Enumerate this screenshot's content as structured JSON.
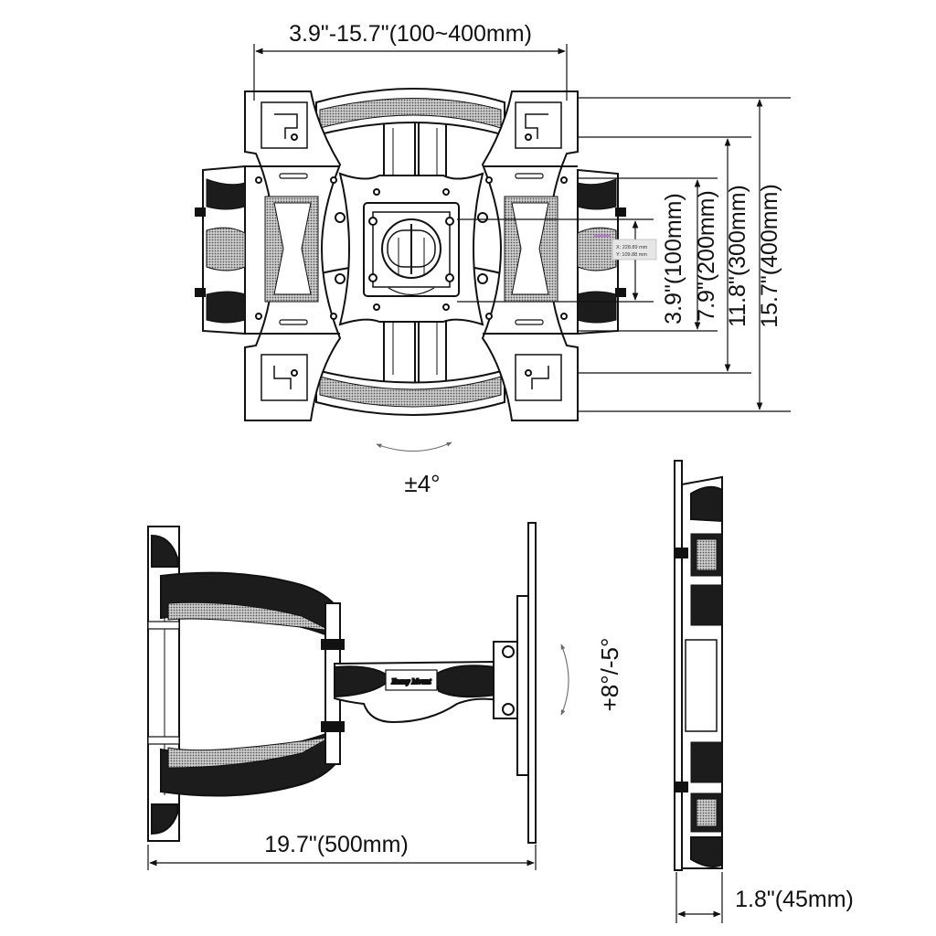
{
  "dimensions": {
    "top_width": "3.9\"-15.7\"(100~400mm)",
    "h100": "3.9\"(100mm)",
    "h200": "7.9\"(200mm)",
    "h300": "11.8\"(300mm)",
    "h400": "15.7\"(400mm)",
    "swivel": "±4°",
    "tilt": "+8°/-5°",
    "extension": "19.7\"(500mm)",
    "profile": "1.8\"(45mm)"
  },
  "measure_readout": {
    "x": "X: 228.89 mm",
    "y": "Y: 109.88 mm"
  },
  "brand": {
    "name": "Emmy Mount"
  },
  "colors": {
    "line": "#111111",
    "mesh": "#7a7a7a",
    "dark": "#1c1c1c"
  }
}
